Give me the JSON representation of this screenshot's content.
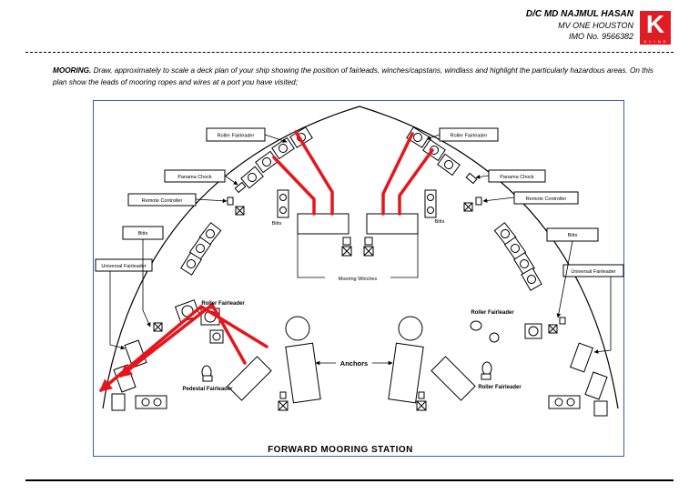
{
  "header": {
    "name": "D/C MD NAJMUL HASAN",
    "ship": "MV ONE HOUSTON",
    "imo": "IMO No. 9566382",
    "logo_letter": "K",
    "logo_sub": "K L I N E"
  },
  "task": {
    "heading": "MOORING.",
    "text": "Draw, approximately to scale a deck plan of your ship showing the position of fairleads, winches/capstans, windlass and highlight the particularly hazardous areas. On this plan show the leads of mooring ropes and wires at a port you have visited;"
  },
  "diagram": {
    "title": "FORWARD MOORING STATION",
    "labels": {
      "roller_fairleader": "Roller Fairleader",
      "panama_chock": "Panama Chock",
      "remote_controller": "Remote Controller",
      "bitts": "Bitts",
      "universal_fairleader": "Universal Fairleader",
      "mooring_winches": "Mooring Winches",
      "anchors": "Anchors",
      "pedestal_fairleader": "Pedestal Fairleader"
    },
    "colors": {
      "rope": "#e8141c",
      "frame": "#3b5bb5"
    }
  }
}
